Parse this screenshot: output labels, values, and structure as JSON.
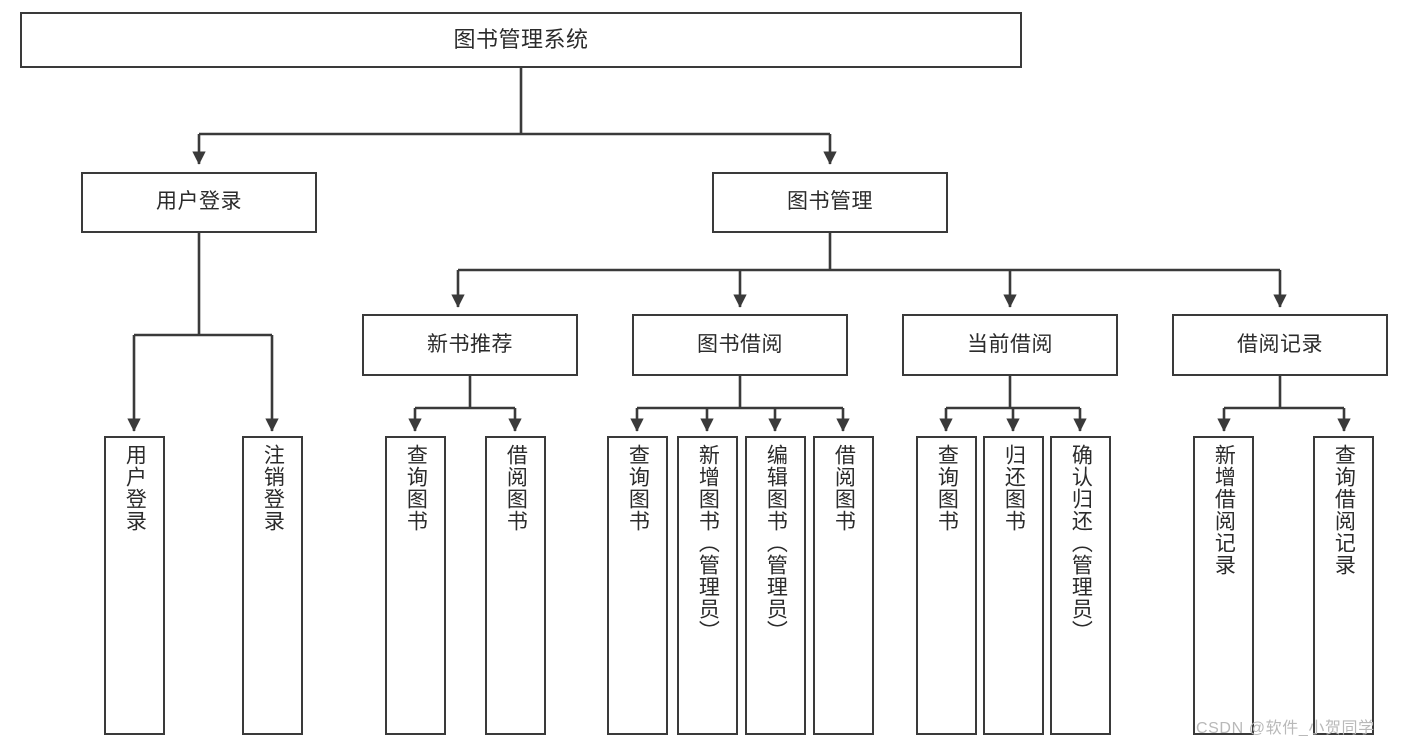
{
  "diagram": {
    "title": "图书管理系统",
    "type": "tree-hierarchy",
    "stroke_color": "#3a3a3a",
    "text_color": "#2b2b2b",
    "background_color": "#ffffff",
    "watermark": "CSDN @软件_小贺同学"
  },
  "nodes": {
    "root": {
      "label": "图书管理系统"
    },
    "level1": [
      {
        "label": "用户登录"
      },
      {
        "label": "图书管理"
      }
    ],
    "level2": [
      {
        "label": "新书推荐"
      },
      {
        "label": "图书借阅"
      },
      {
        "label": "当前借阅"
      },
      {
        "label": "借阅记录"
      }
    ],
    "leaves": {
      "user_login": [
        {
          "label": "用户登录"
        },
        {
          "label": "注销登录"
        }
      ],
      "new_book_recommend": [
        {
          "label": "查询图书"
        },
        {
          "label": "借阅图书"
        }
      ],
      "book_borrow": [
        {
          "label": "查询图书"
        },
        {
          "label": "新增图书（管理员）"
        },
        {
          "label": "编辑图书（管理员）"
        },
        {
          "label": "借阅图书"
        }
      ],
      "current_borrow": [
        {
          "label": "查询图书"
        },
        {
          "label": "归还图书"
        },
        {
          "label": "确认归还（管理员）"
        }
      ],
      "borrow_record": [
        {
          "label": "新增借阅记录"
        },
        {
          "label": "查询借阅记录"
        }
      ]
    }
  }
}
